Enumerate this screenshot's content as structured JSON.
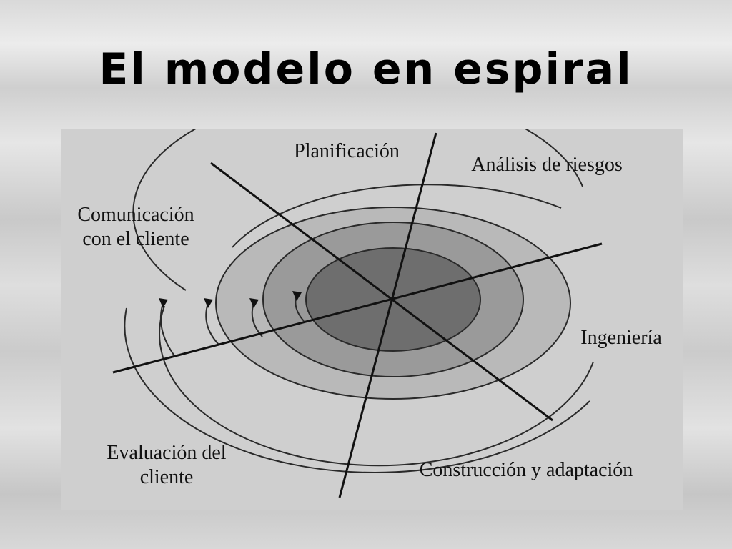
{
  "slide": {
    "title": "El modelo en espiral"
  },
  "diagram": {
    "sectors": {
      "planificacion": "Planificación",
      "analisis_riesgos": "Análisis de riesgos",
      "comunicacion_line1": "Comunicación",
      "comunicacion_line2": "con el cliente",
      "ingenieria": "Ingeniería",
      "evaluacion_line1": "Evaluación del",
      "evaluacion_line2": "cliente",
      "construccion": "Construcción y adaptación"
    },
    "colors": {
      "panel": "#cfcfcf",
      "ring_outer": "#b9b9b9",
      "ring_middle": "#9a9a9a",
      "ring_inner": "#6e6e6e",
      "lines": "#111111"
    }
  }
}
